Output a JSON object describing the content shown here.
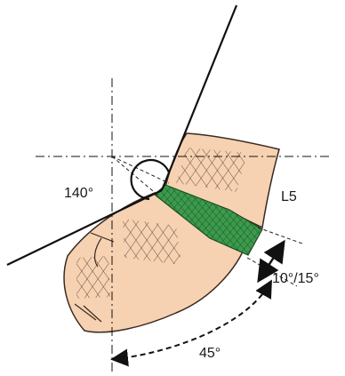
{
  "labels": {
    "angle_140": "140°",
    "vertebra": "L5",
    "angle_range": "10°/15°",
    "angle_45": "45°"
  },
  "colors": {
    "bone_fill": "#f6d2b2",
    "bone_outline": "#3a2a22",
    "disc_fill": "#3c9a4c",
    "line": "#111111"
  }
}
